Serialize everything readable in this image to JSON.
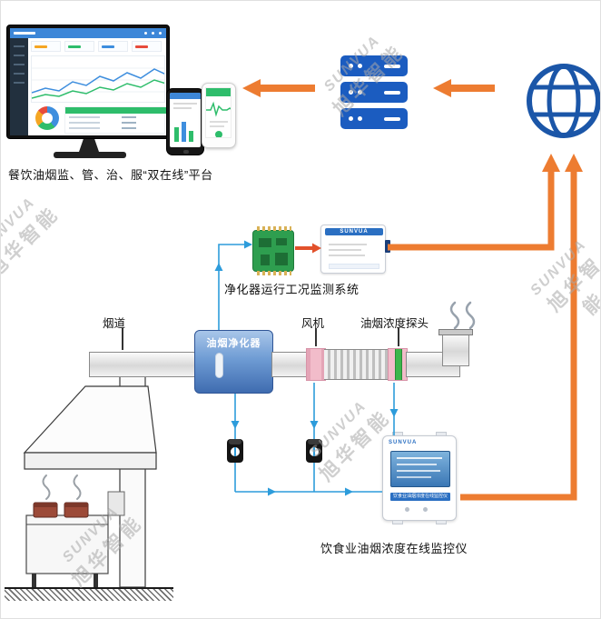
{
  "watermark": {
    "line1": "SUNVUA",
    "line2": "旭华智能"
  },
  "brand": "SUNVUA",
  "captions": {
    "platform": "餐饮油烟监、管、治、服“双在线”平台",
    "purifier_system": "净化器运行工况监测系统",
    "online_monitor": "饮食业油烟浓度在线监控仪"
  },
  "labels": {
    "flue": "烟道",
    "purifier": "油烟净化器",
    "fan": "风机",
    "probe": "油烟浓度探头"
  },
  "icons": {
    "globe": "internet-globe-icon",
    "servers": "cloud-server-stack-icon",
    "pcb": "acquisition-module-icon",
    "clamp": "current-clamp-icon"
  },
  "colors": {
    "arrow_orange": "#ED7C31",
    "signal_blue": "#2D9CDB",
    "device_blue": "#1B5CC0",
    "probe_green": "#3CB54A",
    "fan_pink": "#F2BCCA",
    "pcb_green": "#2E9E4F",
    "watermark_gray": "#A8A8A8"
  }
}
